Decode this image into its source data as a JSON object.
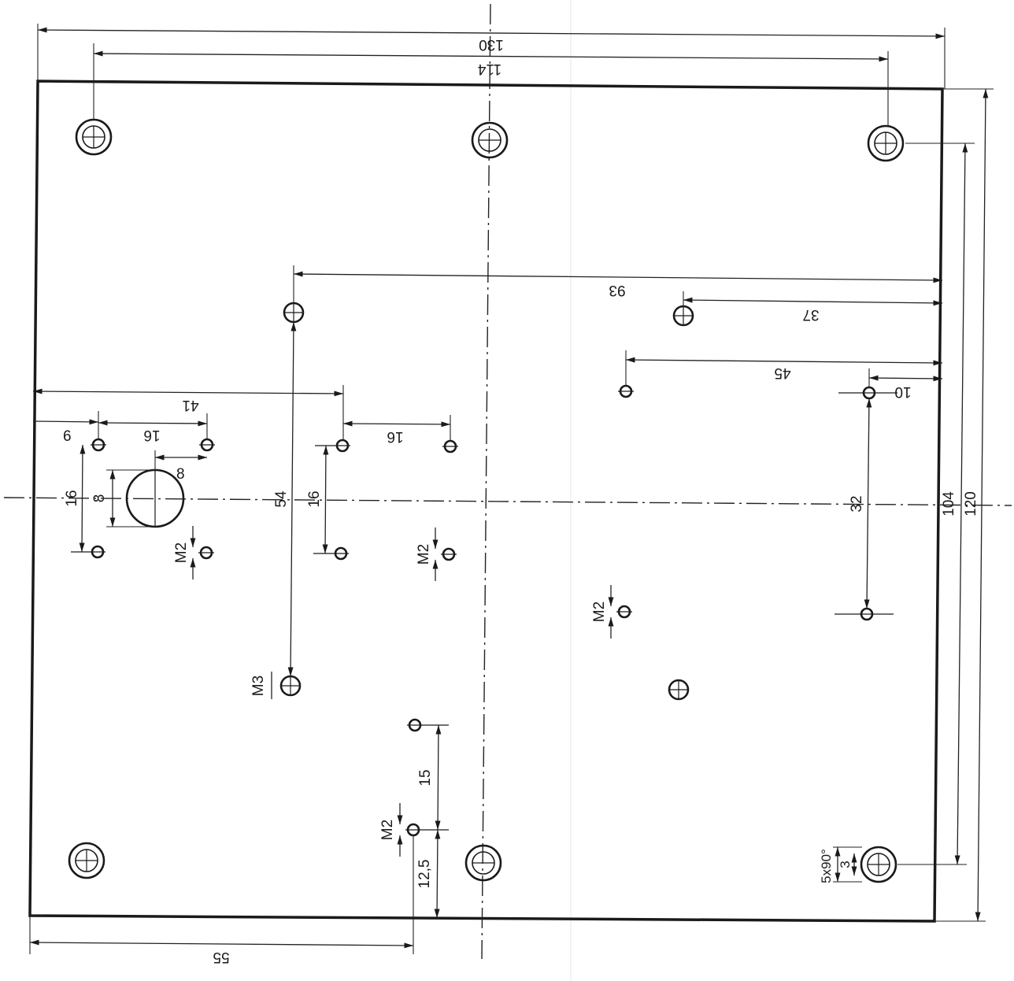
{
  "drawing": {
    "dimensions": {
      "overall_width": "130",
      "hole_spacing_width": "114",
      "right_offset_93": "93",
      "right_offset_37": "37",
      "right_offset_45": "45",
      "right_offset_10": "10",
      "left_offset_41": "41",
      "left_offset_6": "6",
      "spacing_16_top_left": "16",
      "spacing_16_top_mid": "16",
      "offset_8_horizontal": "8",
      "spacing_16_vertical_left": "16",
      "diameter_8": "8",
      "spacing_54": "54",
      "spacing_16_vertical_mid": "16",
      "spacing_32": "32",
      "hole_spacing_height": "104",
      "overall_height": "120",
      "spacing_15": "15",
      "spacing_12_5": "12,5",
      "bottom_offset_55": "55",
      "countersink": "5x90°",
      "countersink_depth": "3"
    },
    "thread_labels": {
      "m2_left": "M2",
      "m2_mid": "M2",
      "m2_right": "M2",
      "m2_bottom": "M2",
      "m3": "M3"
    }
  }
}
